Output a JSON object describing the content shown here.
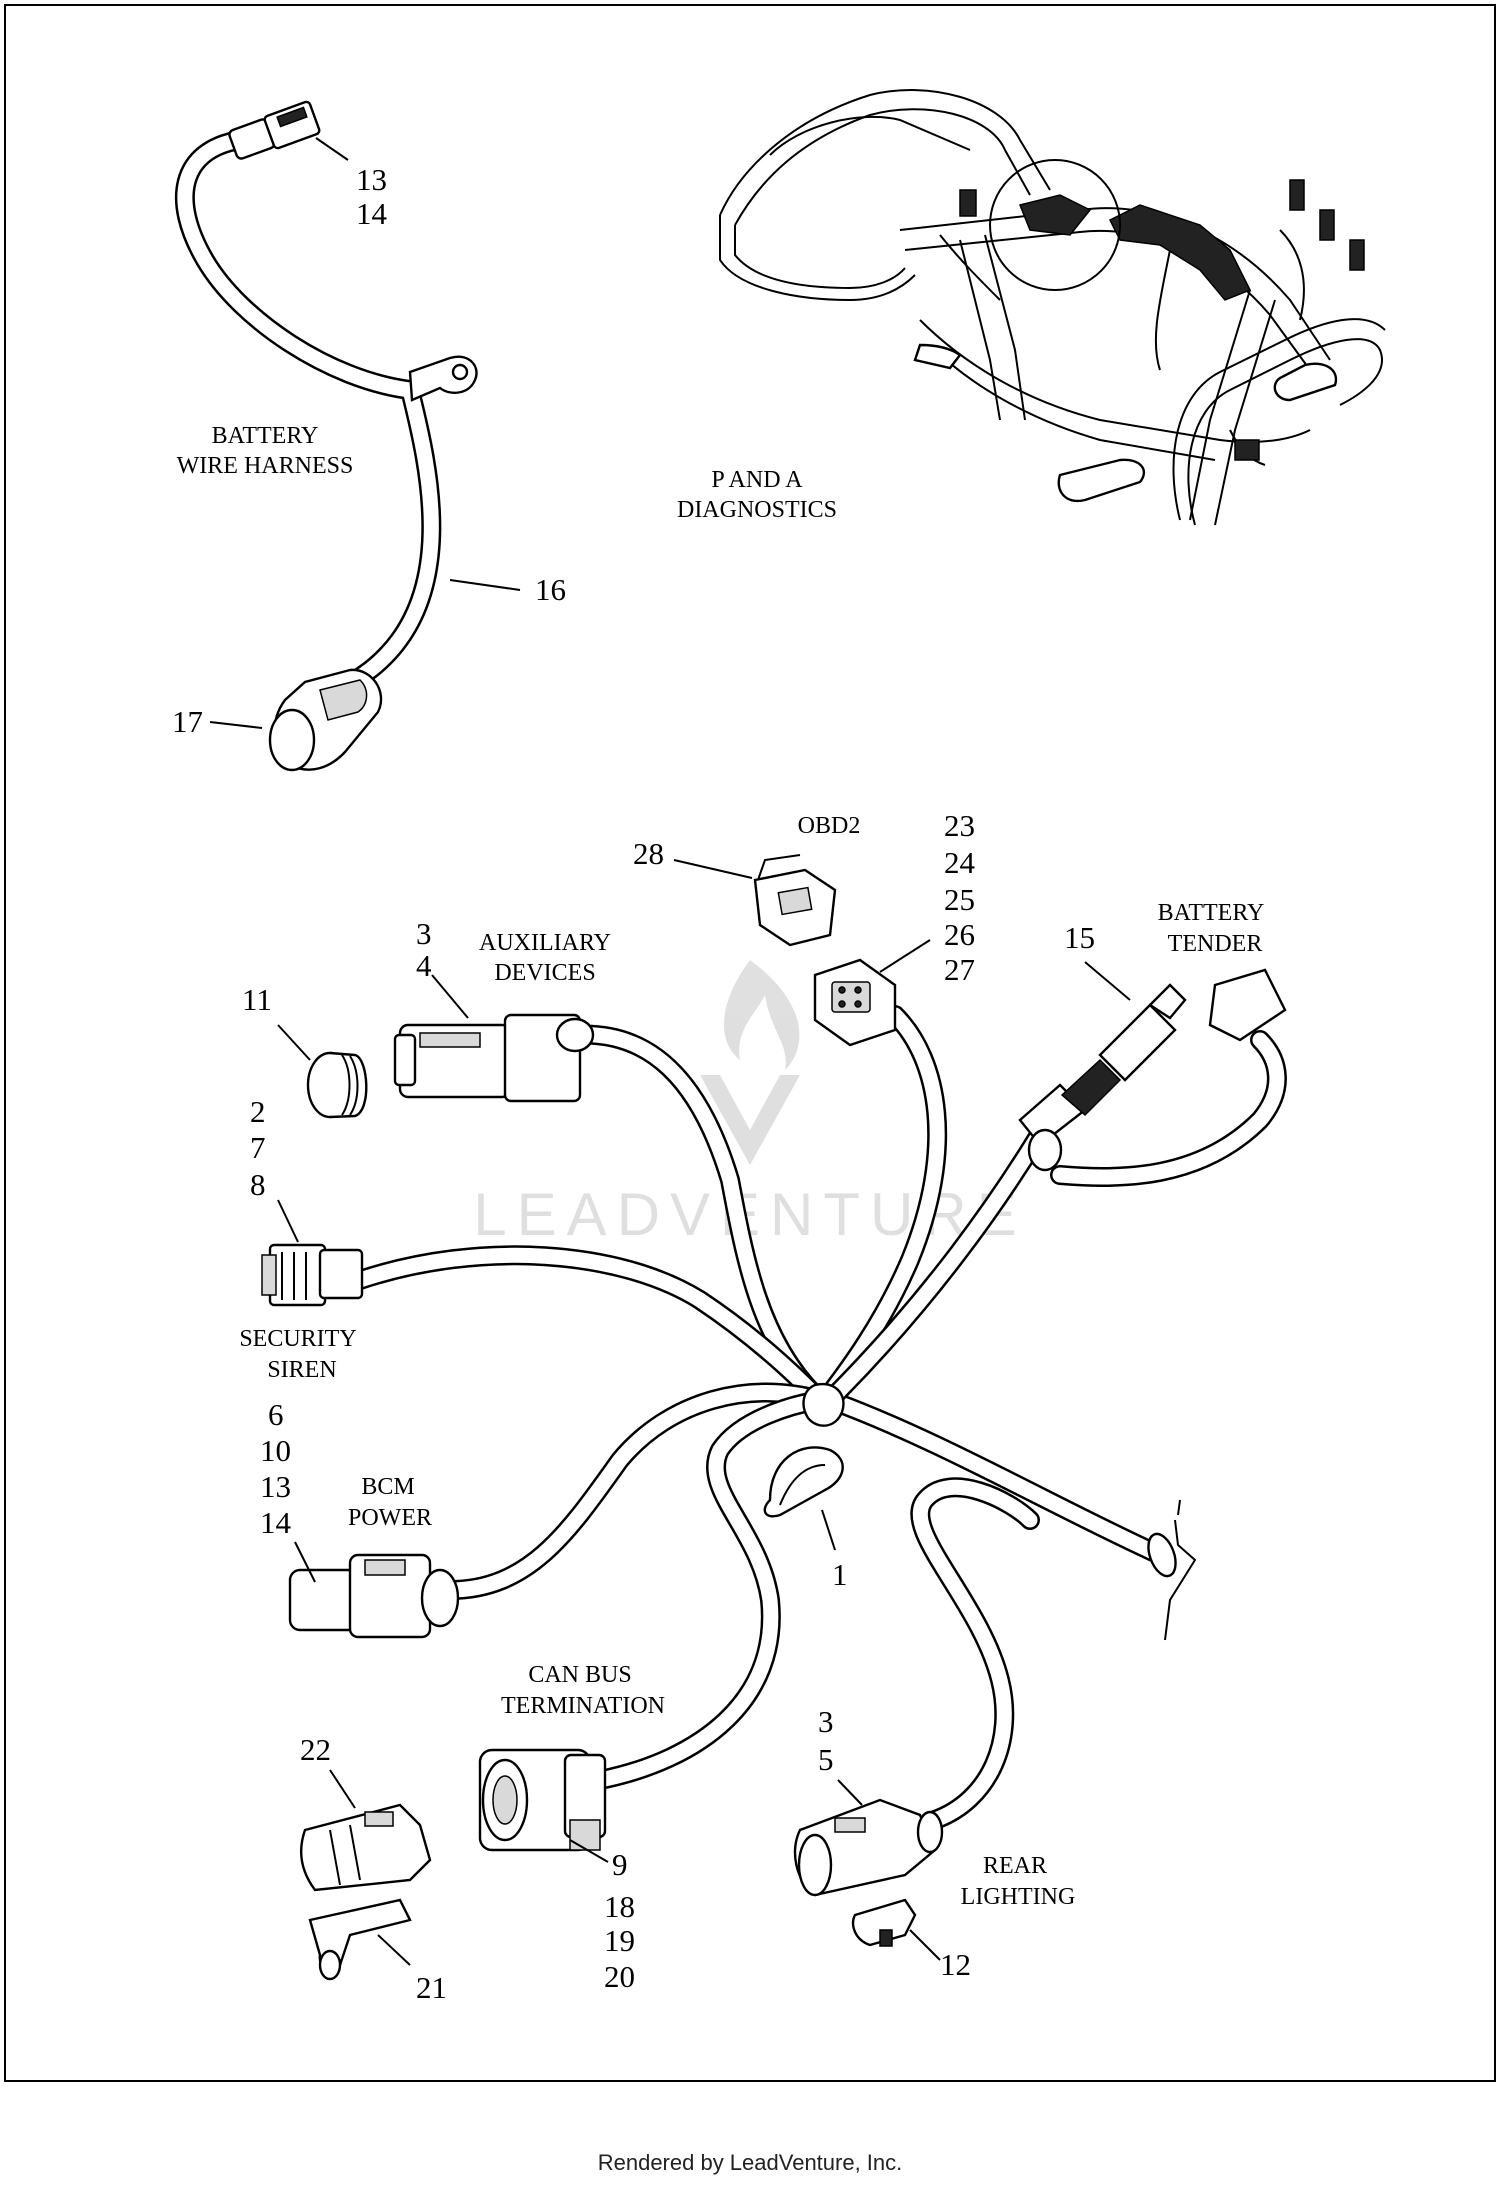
{
  "figure": {
    "group_labels": {
      "battery_wire_harness": [
        "BATTERY",
        "WIRE HARNESS"
      ],
      "p_and_a_diagnostics": [
        "P AND A",
        "DIAGNOSTICS"
      ],
      "obd2": [
        "OBD2"
      ],
      "auxiliary_devices": [
        "AUXILIARY",
        "DEVICES"
      ],
      "battery_tender": [
        "BATTERY",
        "TENDER"
      ],
      "security_siren": [
        "SECURITY",
        "SIREN"
      ],
      "bcm_power": [
        "BCM",
        "POWER"
      ],
      "can_bus_termination": [
        "CAN BUS",
        "TERMINATION"
      ],
      "rear_lighting": [
        "REAR",
        "LIGHTING"
      ]
    },
    "callouts": {
      "battery_connector": [
        "13",
        "14"
      ],
      "battery_cable": [
        "16"
      ],
      "battery_boot": [
        "17"
      ],
      "obd2_cap": [
        "28"
      ],
      "obd2_connector": [
        "23",
        "24",
        "25",
        "26",
        "27"
      ],
      "aux_connector": [
        "3",
        "4"
      ],
      "plug": [
        "11"
      ],
      "siren_connector": [
        "2",
        "7",
        "8"
      ],
      "tender_connector": [
        "15"
      ],
      "bcm_connector": [
        "6",
        "10",
        "13",
        "14"
      ],
      "cable_strap": [
        "1"
      ],
      "can_connector": [
        "9",
        "18",
        "19",
        "20"
      ],
      "terminator": [
        "22"
      ],
      "lock_clip": [
        "21"
      ],
      "rear_connector": [
        "3",
        "5"
      ],
      "rear_clip": [
        "12"
      ]
    },
    "watermark": "LEADVENTURE"
  },
  "footer": "Rendered by LeadVenture, Inc."
}
